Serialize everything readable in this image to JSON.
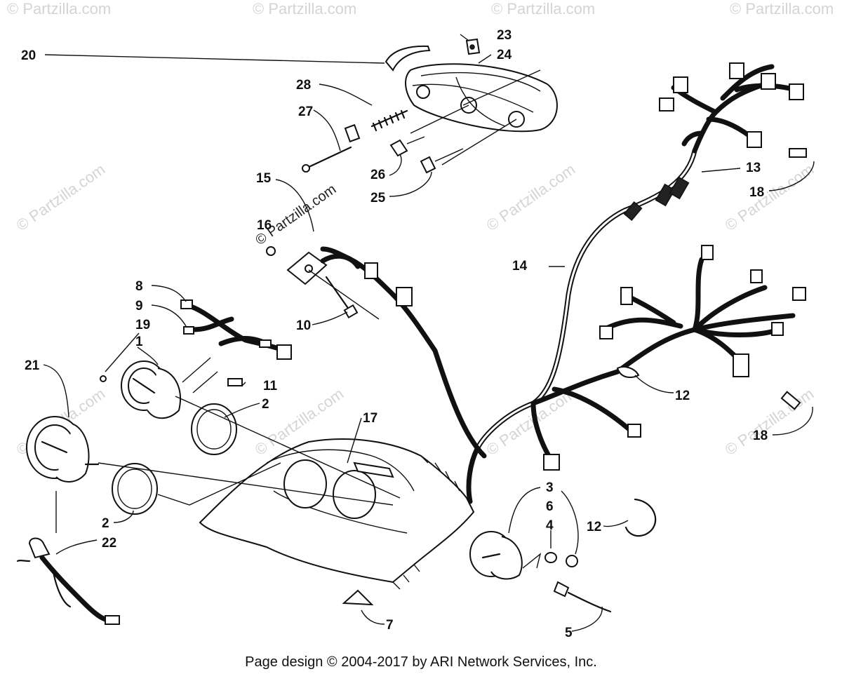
{
  "footer": "Page design © 2004-2017 by ARI Network Services, Inc.",
  "watermark": "© Partzilla.com",
  "callouts": {
    "c1": "1",
    "c2a": "2",
    "c2b": "2",
    "c3": "3",
    "c4": "4",
    "c5": "5",
    "c6": "6",
    "c7": "7",
    "c8": "8",
    "c9": "9",
    "c10": "10",
    "c11": "11",
    "c12a": "12",
    "c12b": "12",
    "c13": "13",
    "c14": "14",
    "c15": "15",
    "c16": "16",
    "c17": "17",
    "c18a": "18",
    "c18b": "18",
    "c19": "19",
    "c20": "20",
    "c21": "21",
    "c22": "22",
    "c23": "23",
    "c24": "24",
    "c25": "25",
    "c26": "26",
    "c27": "27",
    "c28": "28"
  }
}
